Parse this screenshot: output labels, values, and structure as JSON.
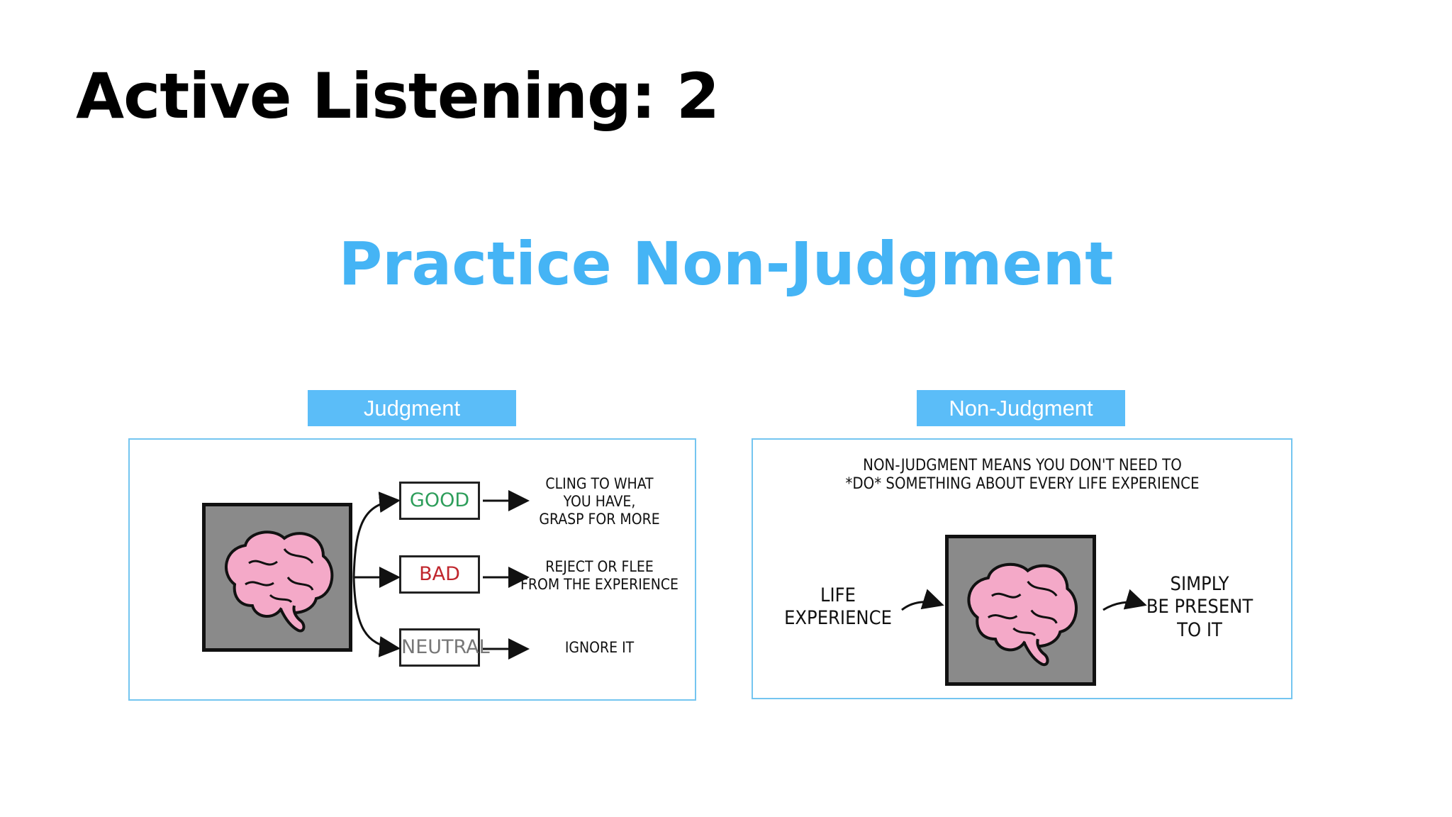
{
  "slide": {
    "title": "Active Listening: 2",
    "subtitle": "Practice Non-Judgment"
  },
  "colors": {
    "accent": "#45b4f5",
    "tab_bg": "#5bbdf8",
    "panel_border": "#74c5f0",
    "good": "#2e9e5b",
    "bad": "#c0262d",
    "neutral": "#777777",
    "brain": "#f4a9c8",
    "frame_gray": "#8a8a8a"
  },
  "judgment": {
    "tab_label": "Judgment",
    "options": [
      {
        "label": "GOOD",
        "result": "CLING TO WHAT\nYOU HAVE,\nGRASP FOR MORE"
      },
      {
        "label": "BAD",
        "result": "REJECT OR FLEE\nFROM THE EXPERIENCE"
      },
      {
        "label": "NEUTRAL",
        "result": "IGNORE IT"
      }
    ],
    "icon": "brain-icon"
  },
  "nonjudgment": {
    "tab_label": "Non-Judgment",
    "caption": "NON-JUDGMENT MEANS YOU DON'T NEED TO\n*DO* SOMETHING ABOUT EVERY LIFE EXPERIENCE",
    "input_label": "LIFE\nEXPERIENCE",
    "output_label": "SIMPLY\nBE PRESENT\nTO IT",
    "icon": "brain-icon"
  }
}
